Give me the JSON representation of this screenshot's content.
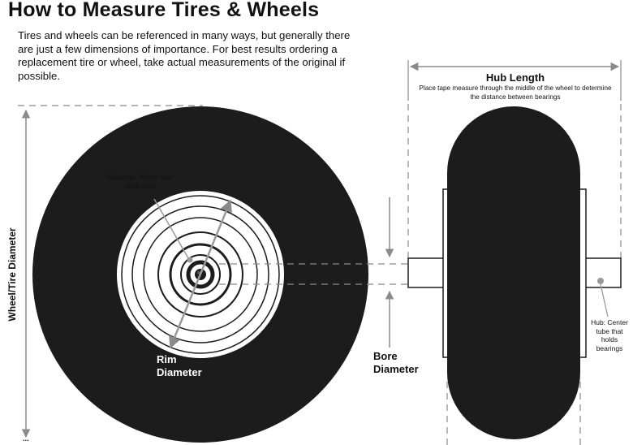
{
  "title": "How to Measure Tires & Wheels",
  "intro": "Tires and wheels can be referenced in many ways, but generally there are just a few dimensions of importance. For best results ordering a replacement tire or wheel, take actual measurements of the original if possible.",
  "hub_length": {
    "title": "Hub Length",
    "description": "Place tape measure through the middle of the wheel to determine the distance between bearings"
  },
  "labels": {
    "bearings": "Bearings: Where axle shaft rests",
    "rim_diameter": "Rim Diameter",
    "bore_diameter": "Bore Diameter",
    "hub": "Hub: Center tube that holds bearings",
    "wheel_tire_diameter": "Wheel/Tire Diameter",
    "cut_off_text": "..."
  }
}
